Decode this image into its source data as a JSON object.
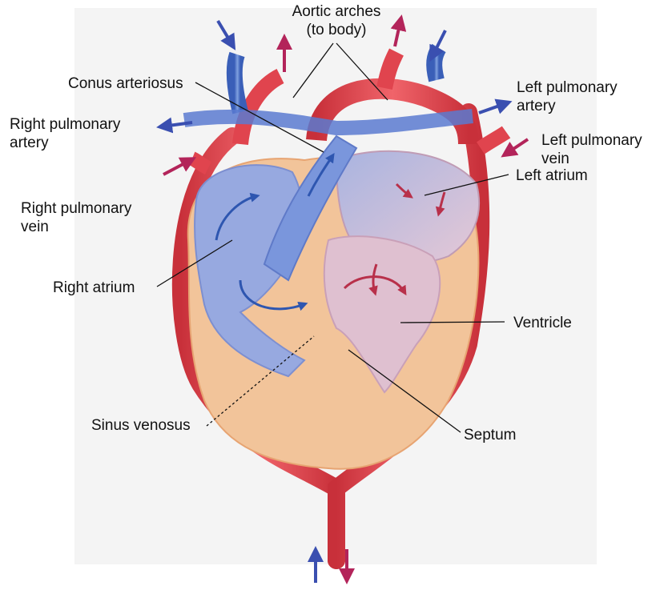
{
  "labels": {
    "aortic_arches": [
      "Aortic arches",
      "(to body)"
    ],
    "conus_arteriosus": "Conus arteriosus",
    "right_pulmonary_artery": [
      "Right pulmonary",
      "artery"
    ],
    "left_pulmonary_artery": [
      "Left pulmonary",
      "artery"
    ],
    "left_pulmonary_vein": [
      "Left pulmonary",
      "vein"
    ],
    "left_atrium": "Left atrium",
    "right_pulmonary_vein": [
      "Right pulmonary",
      "vein"
    ],
    "right_atrium": "Right atrium",
    "ventricle": "Ventricle",
    "sinus_venosus": "Sinus venosus",
    "septum": "Septum"
  },
  "colors": {
    "oxygenated": "#e0444e",
    "deoxygenated": "#4a70c8",
    "arrow_red": "#b3245a",
    "arrow_blue": "#3a4fb0",
    "ventricle_fill": "#f2c49a",
    "background_panel": "#f4f4f4"
  }
}
